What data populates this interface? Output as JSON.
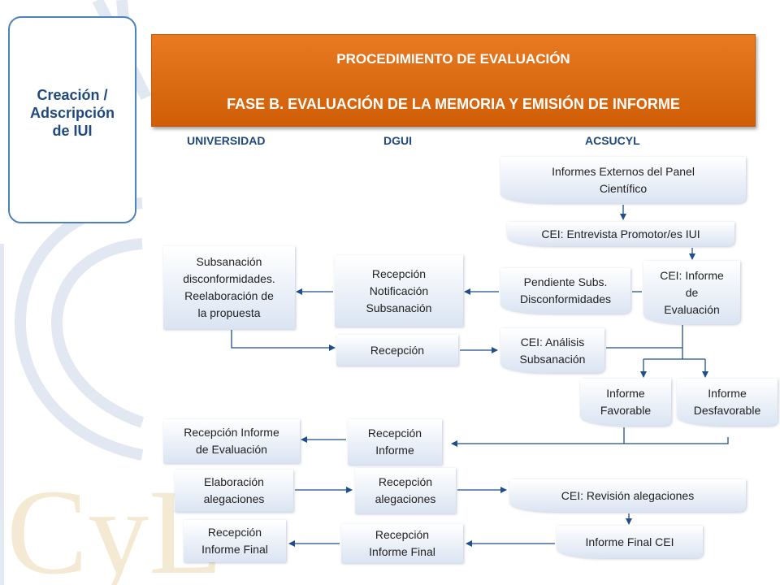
{
  "sidebar": {
    "title": "Creación /\nAdscripción\nde IUI"
  },
  "header": {
    "title": "PROCEDIMIENTO DE EVALUACIÓN",
    "subtitle": "FASE  B. EVALUACIÓN DE LA MEMORIA  Y EMISIÓN DE INFORME"
  },
  "columns": {
    "universidad": "UNIVERSIDAD",
    "dgui": "DGUI",
    "acsucyl": "ACSUCYL"
  },
  "background": {
    "logo_text": "CyL"
  },
  "nodes": {
    "informes_externos": "Informes Externos del Panel\nCientífico",
    "cei_entrevista": "CEI: Entrevista Promotor/es IUI",
    "subsanacion": "Subsanación\ndisconformidades.\nReelaboración de\nla propuesta",
    "recepcion_notificacion": "Recepción\nNotificación\nSubsanación",
    "pendiente_subs": "Pendiente Subs.\nDisconformidades",
    "cei_informe": "CEI: Informe\nde\nEvaluación",
    "recepcion": "Recepción",
    "cei_analisis": "CEI: Análisis\nSubsanación",
    "informe_favorable": "Informe\nFavorable",
    "informe_desfavorable": "Informe\nDesfavorable",
    "recepcion_informe_eval": "Recepción Informe\nde Evaluación",
    "recepcion_informe": "Recepción\nInforme",
    "elaboracion_alegaciones": "Elaboración\nalegaciones",
    "recepcion_alegaciones": "Recepción\nalegaciones",
    "cei_revision": "CEI: Revisión alegaciones",
    "recepcion_final_univ": "Recepción\nInforme Final",
    "recepcion_final_dgui": "Recepción\nInforme Final",
    "informe_final_cei": "Informe Final CEI"
  },
  "colors": {
    "accent": "#d9660c",
    "border": "#4f81bd",
    "line": "#1f4e8c",
    "text_heading": "#1f497d"
  }
}
